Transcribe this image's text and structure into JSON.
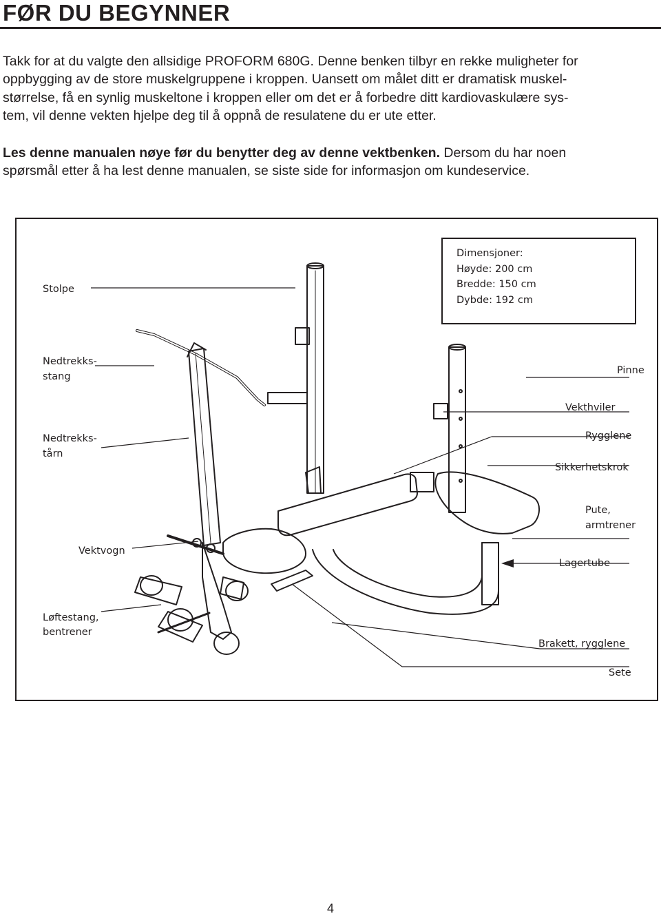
{
  "title": "FØR DU BEGYNNER",
  "intro": {
    "lines": [
      "Takk for at du valgte den allsidige PROFORM 680G. Denne benken tilbyr en rekke muligheter for",
      "oppbygging av de store muskelgruppene i kroppen. Uansett om målet ditt er dramatisk muskel-",
      "størrelse, få en synlig muskeltone i kroppen eller om det er å forbedre ditt kardiovaskulære sys-",
      "tem, vil denne vekten hjelpe deg til å oppnå de resulatene du er ute etter."
    ]
  },
  "notice": {
    "bold": "Les denne manualen nøye før du benytter deg av denne vektbenken.",
    "line1_rest": " Dersom du har noen",
    "line2": "spørsmål etter å ha lest denne manualen, se siste side for informasjon om kundeservice."
  },
  "dimensions": {
    "heading": "Dimensjoner:",
    "height": "Høyde: 200 cm",
    "width": "Bredde: 150 cm",
    "depth": "Dybde: 192 cm"
  },
  "labels": {
    "stolpe": "Stolpe",
    "nedtrekksstang_1": "Nedtrekks-",
    "nedtrekksstang_2": "stang",
    "nedtrekkstarn_1": "Nedtrekks-",
    "nedtrekkstarn_2": "tårn",
    "vektvogn": "Vektvogn",
    "loftestang_1": "Løftestang,",
    "loftestang_2": "bentrener",
    "pinne": "Pinne",
    "vekthviler": "Vekthviler",
    "rygglene": "Rygglene",
    "sikkerhetskrok": "Sikkerhetskrok",
    "pute_1": "Pute,",
    "pute_2": "armtrener",
    "lagertube": "Lagertube",
    "brakett": "Brakett, rygglene",
    "sete": "Sete"
  },
  "page_number": "4"
}
